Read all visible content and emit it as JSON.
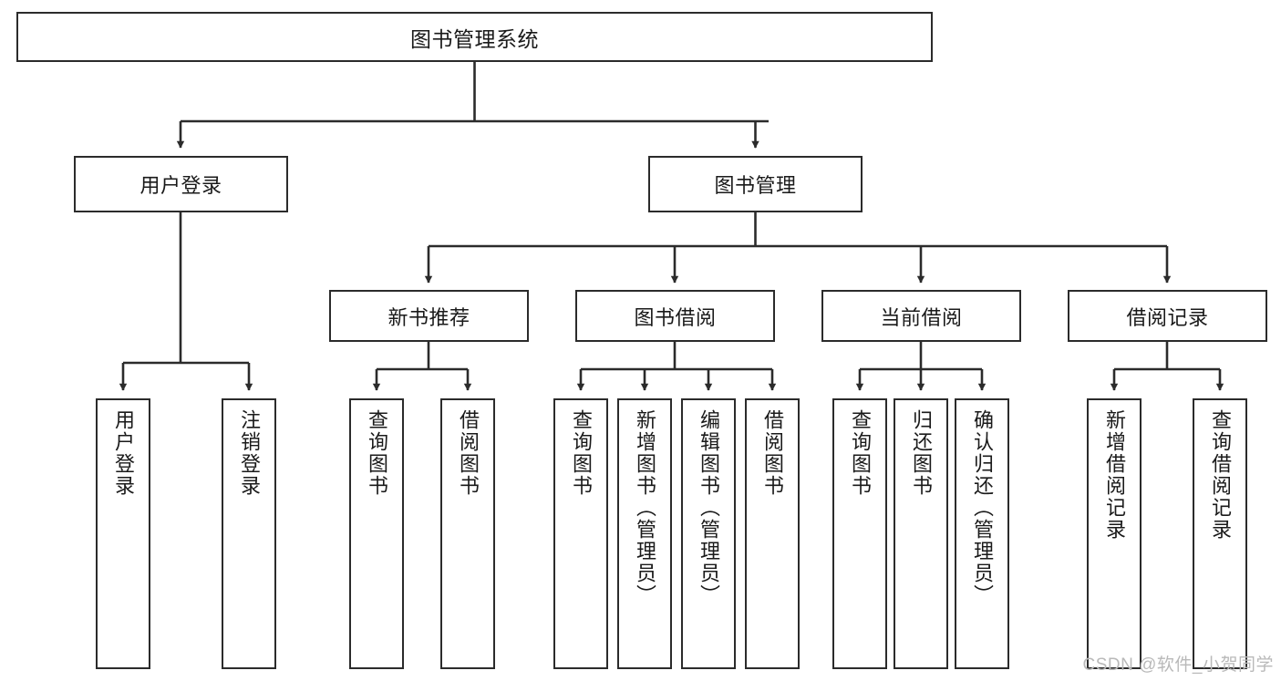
{
  "diagram": {
    "title": "图书管理系统",
    "type": "hierarchy-tree",
    "watermark": "CSDN @软件_小贺同学",
    "colors": {
      "box_border": "#2b2b2b",
      "box_fill": "#ffffff",
      "connector": "#2b2b2b",
      "text": "#1a1a1a",
      "watermark": "#b9b9b9",
      "background": "#ffffff"
    },
    "root": {
      "label": "图书管理系统"
    },
    "level2": [
      {
        "label": "用户登录"
      },
      {
        "label": "图书管理"
      }
    ],
    "level3": [
      {
        "label": "新书推荐"
      },
      {
        "label": "图书借阅"
      },
      {
        "label": "当前借阅"
      },
      {
        "label": "借阅记录"
      }
    ],
    "leaves": [
      {
        "label": "用户登录"
      },
      {
        "label": "注销登录"
      },
      {
        "label": "查询图书"
      },
      {
        "label": "借阅图书"
      },
      {
        "label": "查询图书"
      },
      {
        "label": "新增图书（管理员）"
      },
      {
        "label": "编辑图书（管理员）"
      },
      {
        "label": "借阅图书"
      },
      {
        "label": "查询图书"
      },
      {
        "label": "归还图书"
      },
      {
        "label": "确认归还（管理员）"
      },
      {
        "label": "新增借阅记录"
      },
      {
        "label": "查询借阅记录"
      }
    ]
  }
}
